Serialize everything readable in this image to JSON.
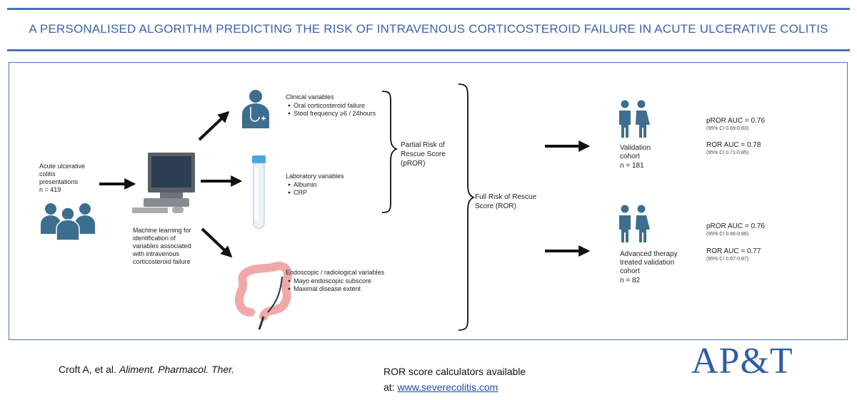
{
  "title": "A PERSONALISED ALGORITHM PREDICTING THE RISK OF INTRAVENOUS CORTICOSTEROID FAILURE IN ACUTE ULCERATIVE COLITIS",
  "colors": {
    "accent": "#4a72b8",
    "icon": "#3d6e8e",
    "arrow": "#111111"
  },
  "input": {
    "lines": [
      "Acute ulcerative",
      "colitis",
      "presentations",
      "n = 419"
    ],
    "icon": "people-group-icon"
  },
  "ml": {
    "lines": [
      "Machine learning for",
      "identification of",
      "variables associated",
      "with intravenous",
      "corticosteroid failure"
    ],
    "icon": "computer-icon"
  },
  "clinical": {
    "heading": "Clinical variables",
    "items": [
      "Oral corticosteroid failure",
      "Stool frequency ≥6 / 24hours"
    ],
    "icon": "doctor-icon"
  },
  "laboratory": {
    "heading": "Laboratory variables",
    "items": [
      "Albumin",
      "CRP"
    ],
    "icon": "test-tube-icon"
  },
  "endoscopic": {
    "heading": "Endoscopic / radiological variables",
    "items": [
      "Mayo endoscopic subscore",
      "Maximal disease extent"
    ],
    "icon": "colon-icon"
  },
  "partial": {
    "lines": [
      "Partial Risk of",
      "Rescue Score",
      "(pROR)"
    ]
  },
  "full": {
    "lines": [
      "Full Risk of Rescue",
      "Score (ROR)"
    ]
  },
  "validation": {
    "lines": [
      "Validation",
      "cohort",
      "n = 181"
    ],
    "pror_auc": "pROR AUC = 0.76",
    "pror_ci": "(95% CI 0.69-0.83)",
    "ror_auc": "ROR AUC = 0.78",
    "ror_ci": "(95% CI 0.71-0.85)",
    "icon": "couple-icon"
  },
  "advanced": {
    "lines": [
      "Advanced therapy",
      "treated validation",
      "cohort",
      "n = 82"
    ],
    "pror_auc": "pROR AUC = 0.76",
    "pror_ci": "(95% CI 0.66-0.86)",
    "ror_auc": "ROR AUC = 0.77",
    "ror_ci": "(95% CI 0.67-0.87)",
    "icon": "couple-icon"
  },
  "footer": {
    "citation_prefix": "Croft A, et al.",
    "journal": "Aliment. Pharmacol. Ther.",
    "calc_line1": "ROR score calculators available",
    "calc_prefix": "at:",
    "calc_link": "www.severecolitis.com",
    "logo": "AP&T"
  }
}
